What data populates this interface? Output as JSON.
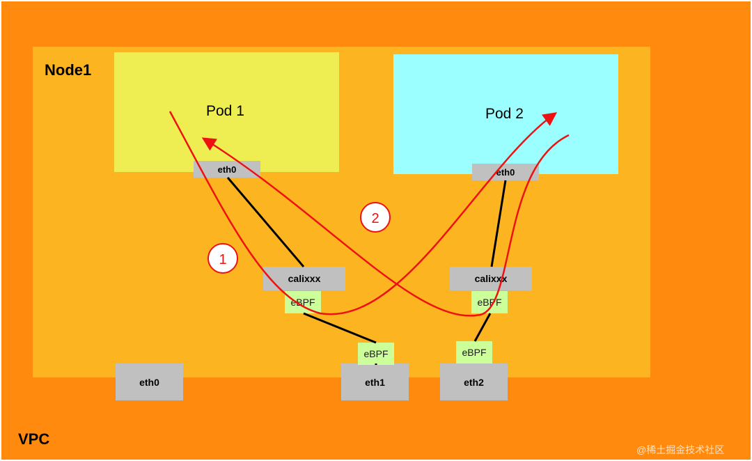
{
  "vpc": {
    "label": "VPC"
  },
  "node": {
    "label": "Node1"
  },
  "pods": [
    {
      "label": "Pod 1",
      "iface": "eth0"
    },
    {
      "label": "Pod 2",
      "iface": "eth0"
    }
  ],
  "veth": [
    {
      "label": "calixxx",
      "ebpf": "eBPF"
    },
    {
      "label": "calixxx",
      "ebpf": "eBPF"
    }
  ],
  "host_nics": [
    {
      "label": "eth0"
    },
    {
      "label": "eth1",
      "ebpf": "eBPF"
    },
    {
      "label": "eth2",
      "ebpf": "eBPF"
    }
  ],
  "paths": [
    {
      "marker": "1",
      "color": "#ee1111"
    },
    {
      "marker": "2",
      "color": "#ee1111"
    }
  ],
  "watermark": "@稀土掘金技术社区",
  "colors": {
    "vpc": "#ff8a0e",
    "node": "#fdb421",
    "pod1": "#eeee52",
    "pod2": "#9cffff",
    "interface": "#c0c0c0",
    "ebpf": "#ccff99",
    "path": "#ee1111"
  }
}
